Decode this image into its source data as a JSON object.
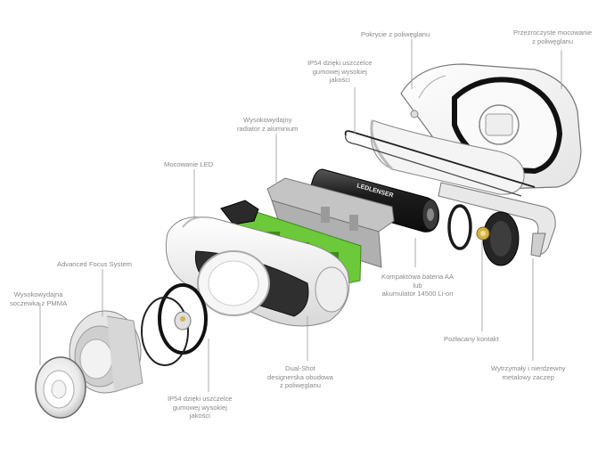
{
  "labels": {
    "cover": [
      "Pokrycie z poliwęglanu"
    ],
    "mount_clear": [
      "Przezroczyste mocowanie",
      "z poliwęglanu"
    ],
    "ip54_top": [
      "IP54 dzięki uszczelce",
      "gumowej wysokiej",
      "jakości"
    ],
    "radiator": [
      "Wysokowydajny",
      "radiator z aluminium"
    ],
    "led_mount": [
      "Mocowanie LED"
    ],
    "afs": [
      "Advanced Focus System"
    ],
    "lens": [
      "Wysokowydajna",
      "soczewka z PMMA"
    ],
    "battery": [
      "Kompaktowa bateria AA",
      "lub",
      "akumulator 14500 Li-on"
    ],
    "contact": [
      "Pozłacany kontakt"
    ],
    "clip": [
      "Wytrzymały i nierdzewny",
      "metalowy zaczep"
    ],
    "housing": [
      "Dual-Shot",
      "designerska obudowa",
      "z poliwęglanu"
    ],
    "ip54_bottom": [
      "IP54 dzięki uszczelce",
      "gumowej wysokiej",
      "jakości"
    ]
  },
  "battery_print": "LEDLENSER",
  "colors": {
    "label_text": "#8a8a8a",
    "leader_line": "#9a9a9a",
    "board_green": "#6cc93a",
    "housing_dark": "#2f2f2f",
    "housing_white": "#f2f2f2",
    "radiator_grey": "#bfbfbf"
  }
}
